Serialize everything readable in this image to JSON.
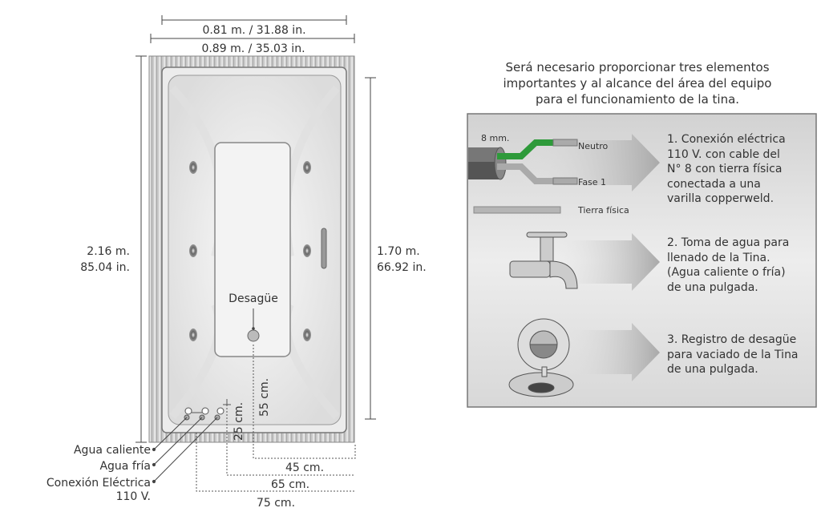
{
  "dimensions": {
    "inner_width": "0.81 m. / 31.88 in.",
    "outer_width": "0.89 m. / 35.03 in.",
    "outer_length_m": "2.16 m.",
    "outer_length_in": "85.04 in.",
    "inner_length_m": "1.70 m.",
    "inner_length_in": "66.92 in.",
    "drain_label": "Desagüe",
    "dist_25": "25 cm.",
    "dist_55": "55 cm.",
    "dist_45": "45 cm.",
    "dist_65": "65 cm.",
    "dist_75": "75 cm."
  },
  "callouts": {
    "hot_water": "Agua caliente",
    "cold_water": "Agua fría",
    "electric_line1": "Conexión Eléctrica",
    "electric_line2": "110 V."
  },
  "panel": {
    "title_lines": [
      "Será necesario proporcionar tres elementos",
      "importantes y al alcance del área del equipo",
      "para el funcionamiento de la tina."
    ],
    "cable": {
      "size": "8 mm.",
      "neutral": "Neutro",
      "phase": "Fase 1",
      "ground": "Tierra física"
    },
    "steps": [
      {
        "lines": [
          "1. Conexión eléctrica",
          "110 V. con cable del",
          "N° 8 con tierra física",
          "conectada a una",
          "varilla copperweld."
        ]
      },
      {
        "lines": [
          "2. Toma de agua para",
          "llenado de la Tina.",
          "(Agua caliente o fría)",
          "de una pulgada."
        ]
      },
      {
        "lines": [
          "3. Registro de desagüe",
          "para vaciado de la Tina",
          "de una pulgada."
        ]
      }
    ]
  },
  "colors": {
    "wire_green": "#2e9a3a",
    "panel_bg": "#e4e4e4",
    "text": "#333333"
  }
}
